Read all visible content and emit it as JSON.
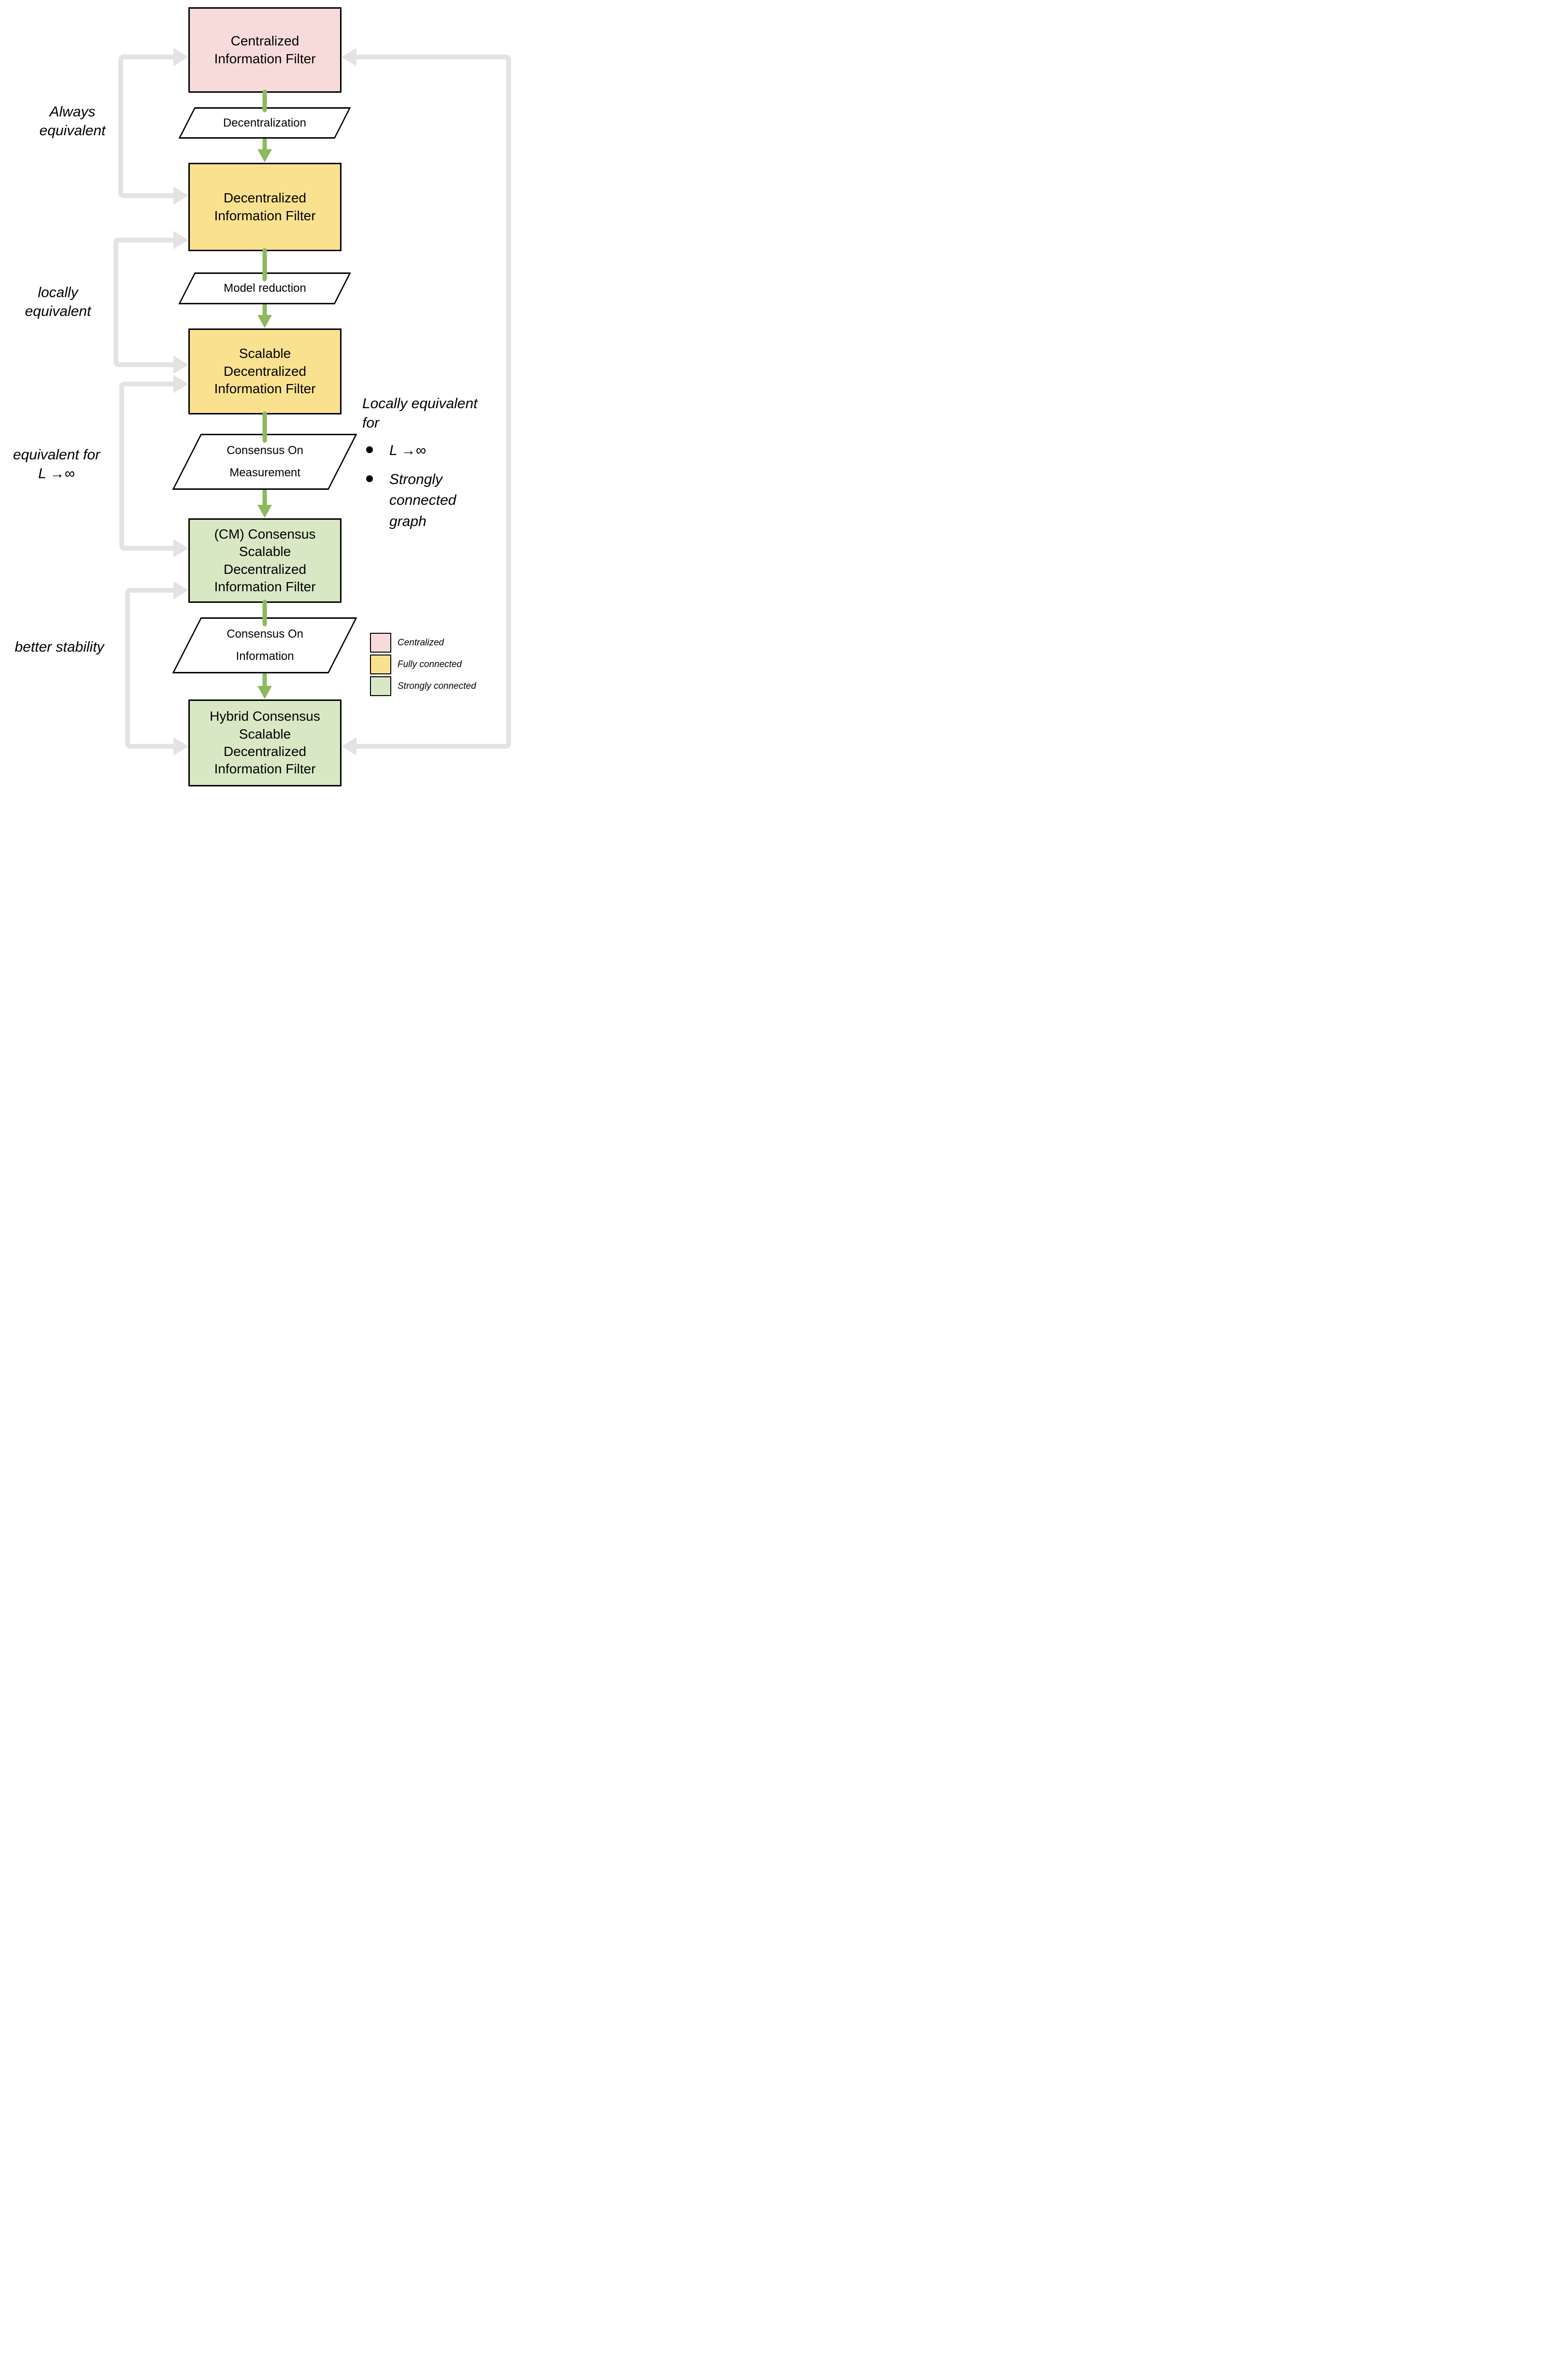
{
  "colors": {
    "centralized": "#F7DBDA",
    "fully_connected": "#FAE18F",
    "strongly_connected": "#D8E8C5",
    "process_fill": "#FFFFFF",
    "border": "#000000",
    "arrow_green": "#8EB95C",
    "connector_gray": "#E3E3E3"
  },
  "flow": {
    "nodes": [
      {
        "label": "Centralized\nInformation Filter",
        "category": "centralized"
      },
      {
        "label": "Decentralized\nInformation Filter",
        "category": "fully_connected"
      },
      {
        "label": "Scalable\nDecentralized\nInformation Filter",
        "category": "fully_connected"
      },
      {
        "label": "(CM) Consensus\nScalable\nDecentralized\nInformation Filter",
        "category": "strongly_connected"
      },
      {
        "label": "Hybrid Consensus\nScalable\nDecentralized\nInformation Filter",
        "category": "strongly_connected"
      }
    ],
    "processes": [
      {
        "label": "Decentralization"
      },
      {
        "label": "Model reduction"
      },
      {
        "label": "Consensus On\nMeasurement"
      },
      {
        "label": "Consensus On\nInformation"
      }
    ]
  },
  "annotations": {
    "left": [
      {
        "label": "Always\nequivalent"
      },
      {
        "label": "locally\nequivalent"
      },
      {
        "label": "equivalent for\nL →∞"
      },
      {
        "label": "better stability"
      }
    ],
    "right_note": {
      "intro": "Locally equivalent\nfor",
      "bullets": [
        "L →∞",
        "Strongly\nconnected\ngraph"
      ]
    }
  },
  "legend": {
    "items": [
      {
        "label": "Centralized",
        "color_key": "centralized"
      },
      {
        "label": "Fully connected",
        "color_key": "fully_connected"
      },
      {
        "label": "Strongly connected",
        "color_key": "strongly_connected"
      }
    ]
  }
}
